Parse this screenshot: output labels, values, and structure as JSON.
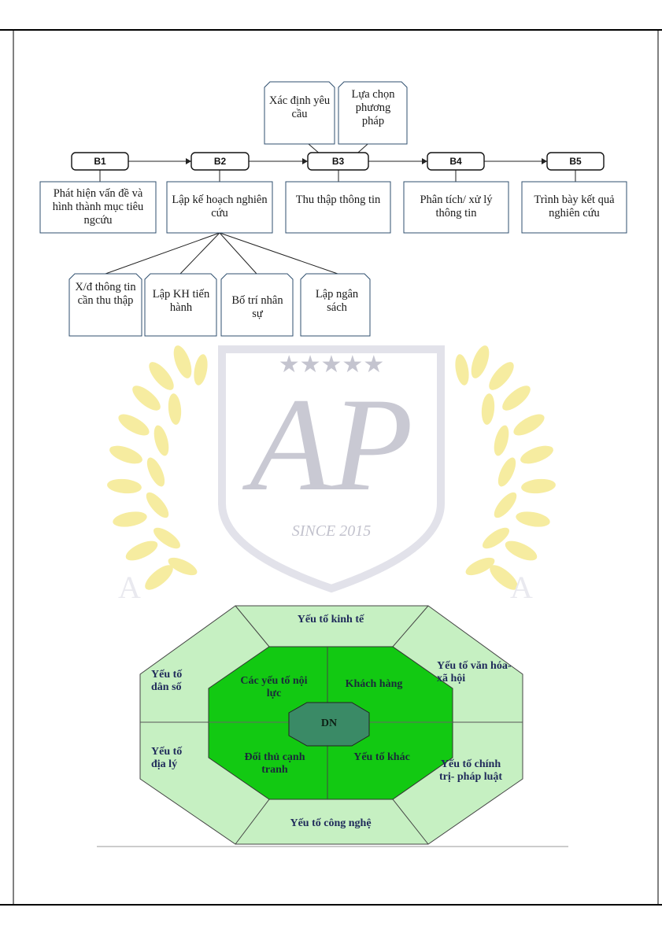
{
  "flow": {
    "steps": [
      {
        "id": "B1",
        "label": "B1",
        "desc": "Phát hiện vấn đề và hình thành mục tiêu ngcứu"
      },
      {
        "id": "B2",
        "label": "B2",
        "desc": "Lập kế hoạch nghiên cứu"
      },
      {
        "id": "B3",
        "label": "B3",
        "desc": "Thu thập thông tin"
      },
      {
        "id": "B4",
        "label": "B4",
        "desc": "Phân tích/ xử lý thông tin"
      },
      {
        "id": "B5",
        "label": "B5",
        "desc": "Trình bày kết quả nghiên cứu"
      }
    ],
    "b3_inputs": [
      "Xác định yêu cầu",
      "Lựa chọn phương pháp"
    ],
    "b2_subtasks": [
      "X/đ thông tin cần thu thập",
      "Lập KH tiến hành",
      "Bố trí nhân sự",
      "Lập ngân sách"
    ]
  },
  "watermark": {
    "letters": "AP",
    "since": "SINCE 2015",
    "stars": "★★★★★"
  },
  "octagon": {
    "center": "DN",
    "inner": [
      "Các yếu tố nội lực",
      "Khách hàng",
      "Đối thủ cạnh tranh",
      "Yếu tố khác"
    ],
    "outer": [
      "Yếu tố kinh tế",
      "Yếu tố văn hóa- xã hội",
      "Yếu tố chính trị- pháp luật",
      "Yếu tố công nghệ",
      "Yếu tố địa lý",
      "Yếu tố dân số"
    ],
    "colors": {
      "outer": "#c6f0c2",
      "inner": "#12c912",
      "center": "#3a8a66"
    }
  }
}
